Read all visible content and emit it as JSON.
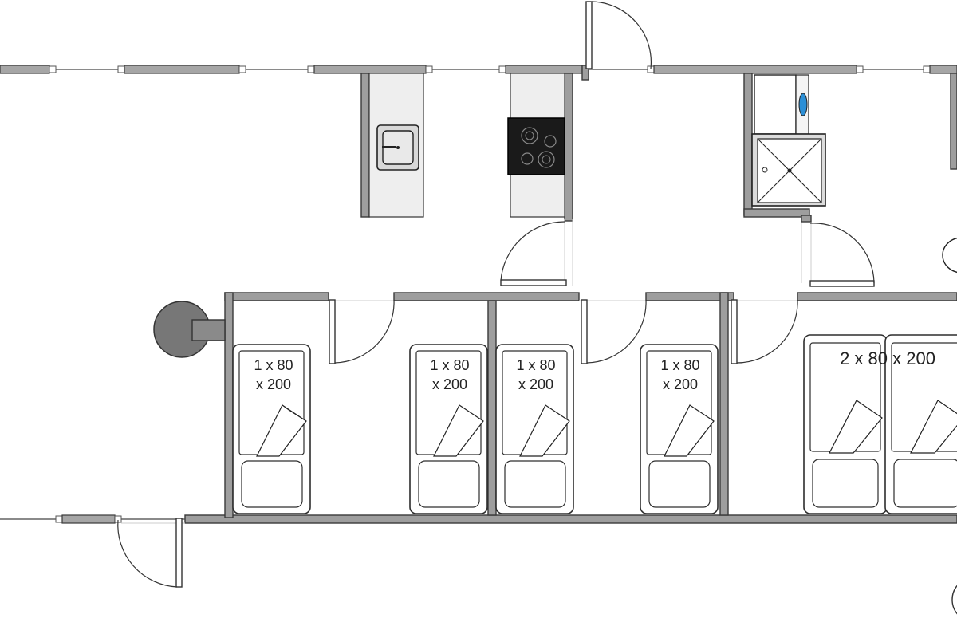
{
  "plan": {
    "colors": {
      "wall_fill": "#9e9e9e",
      "wall_stroke": "#3a3a3a",
      "stove_top": "#1a1a1a",
      "stove_post": "#6b6b6b",
      "washer_drum": "#2c8fd6"
    },
    "beds": [
      {
        "line1": "1 x 80",
        "line2": "x 200"
      },
      {
        "line1": "1 x 80",
        "line2": "x 200"
      },
      {
        "line1": "1 x 80",
        "line2": "x 200"
      },
      {
        "line1": "1 x 80",
        "line2": "x 200"
      }
    ],
    "double_bed": {
      "label": "2 x 80 x 200"
    },
    "fixtures": [
      "sink-icon",
      "stove-icon",
      "washing-machine-icon",
      "shower-icon",
      "wood-stove-icon",
      "toilet-icon"
    ]
  }
}
